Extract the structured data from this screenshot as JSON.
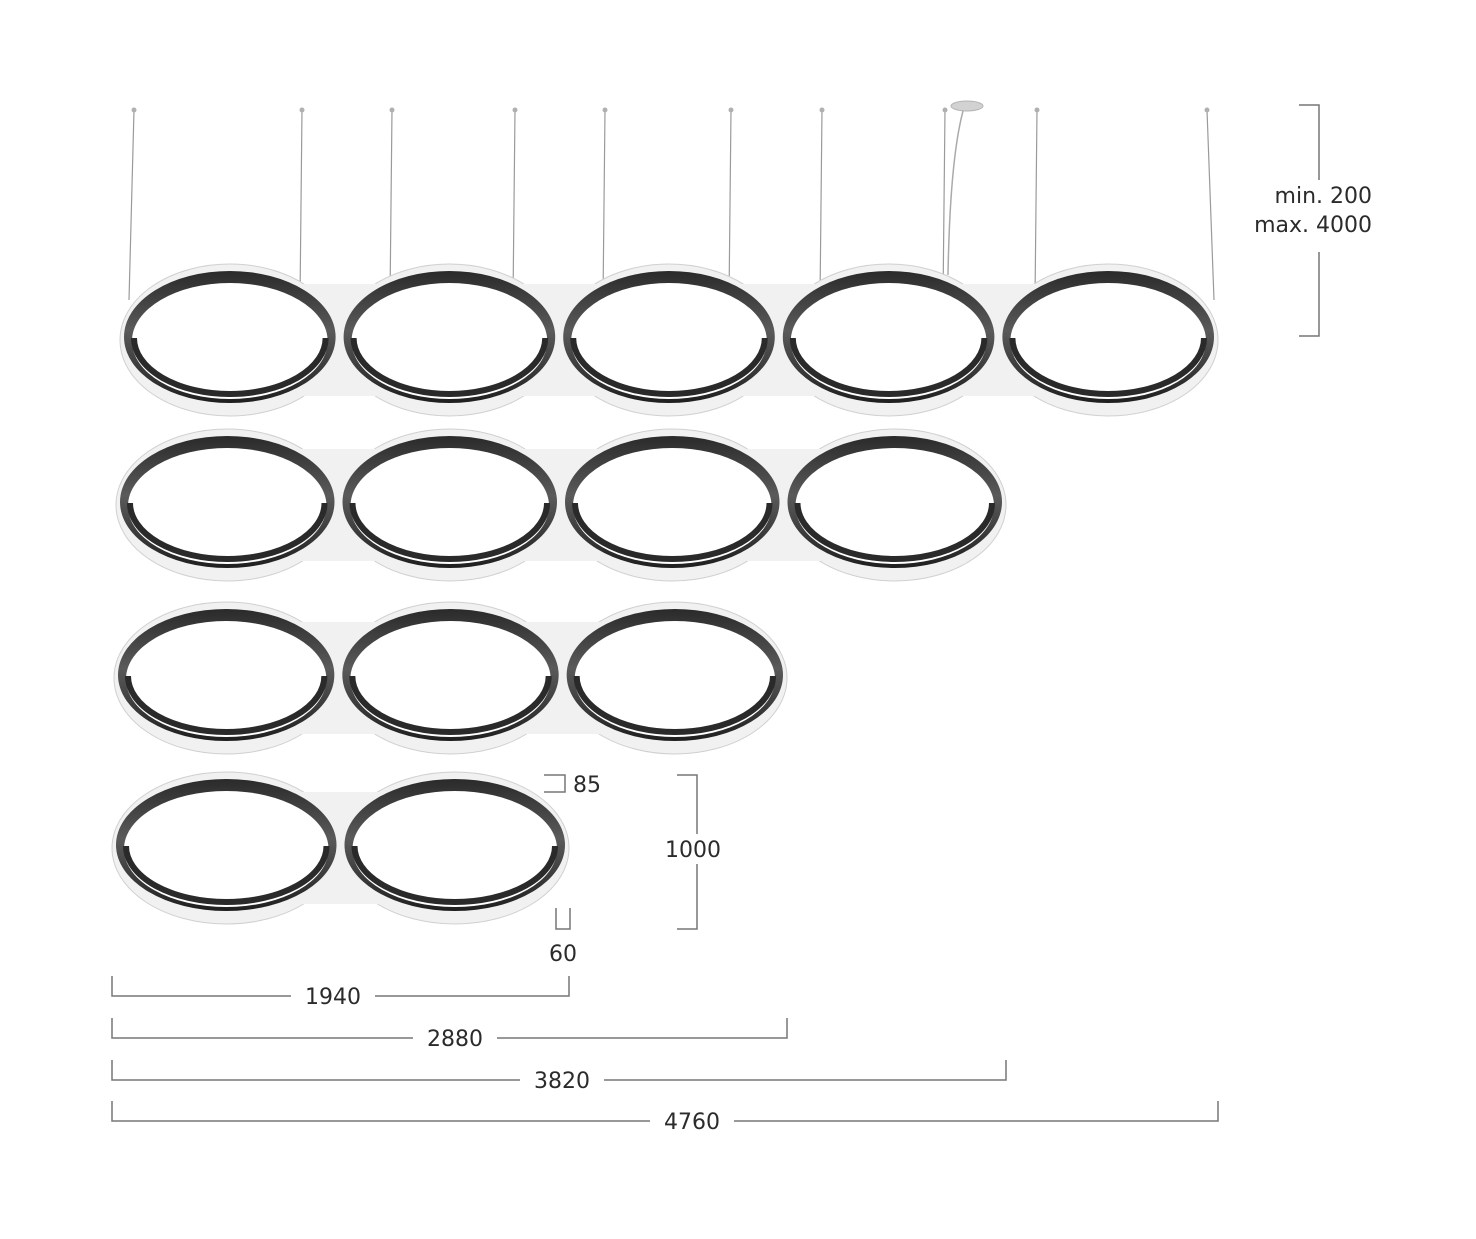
{
  "suspension": {
    "min_label": "min. 200",
    "max_label": "max. 4000"
  },
  "profile": {
    "height_label": "85",
    "width_label": "60"
  },
  "module_height_label": "1000",
  "lengths": [
    {
      "label": "1940",
      "rings": 2
    },
    {
      "label": "2880",
      "rings": 3
    },
    {
      "label": "3820",
      "rings": 4
    },
    {
      "label": "4760",
      "rings": 5
    }
  ],
  "colors": {
    "ring_dark": "#3a3a3a",
    "ring_light": "#f1f1f1",
    "dimension_line": "#777777",
    "text": "#2b2b2b",
    "canopy": "#c8c8c8"
  }
}
